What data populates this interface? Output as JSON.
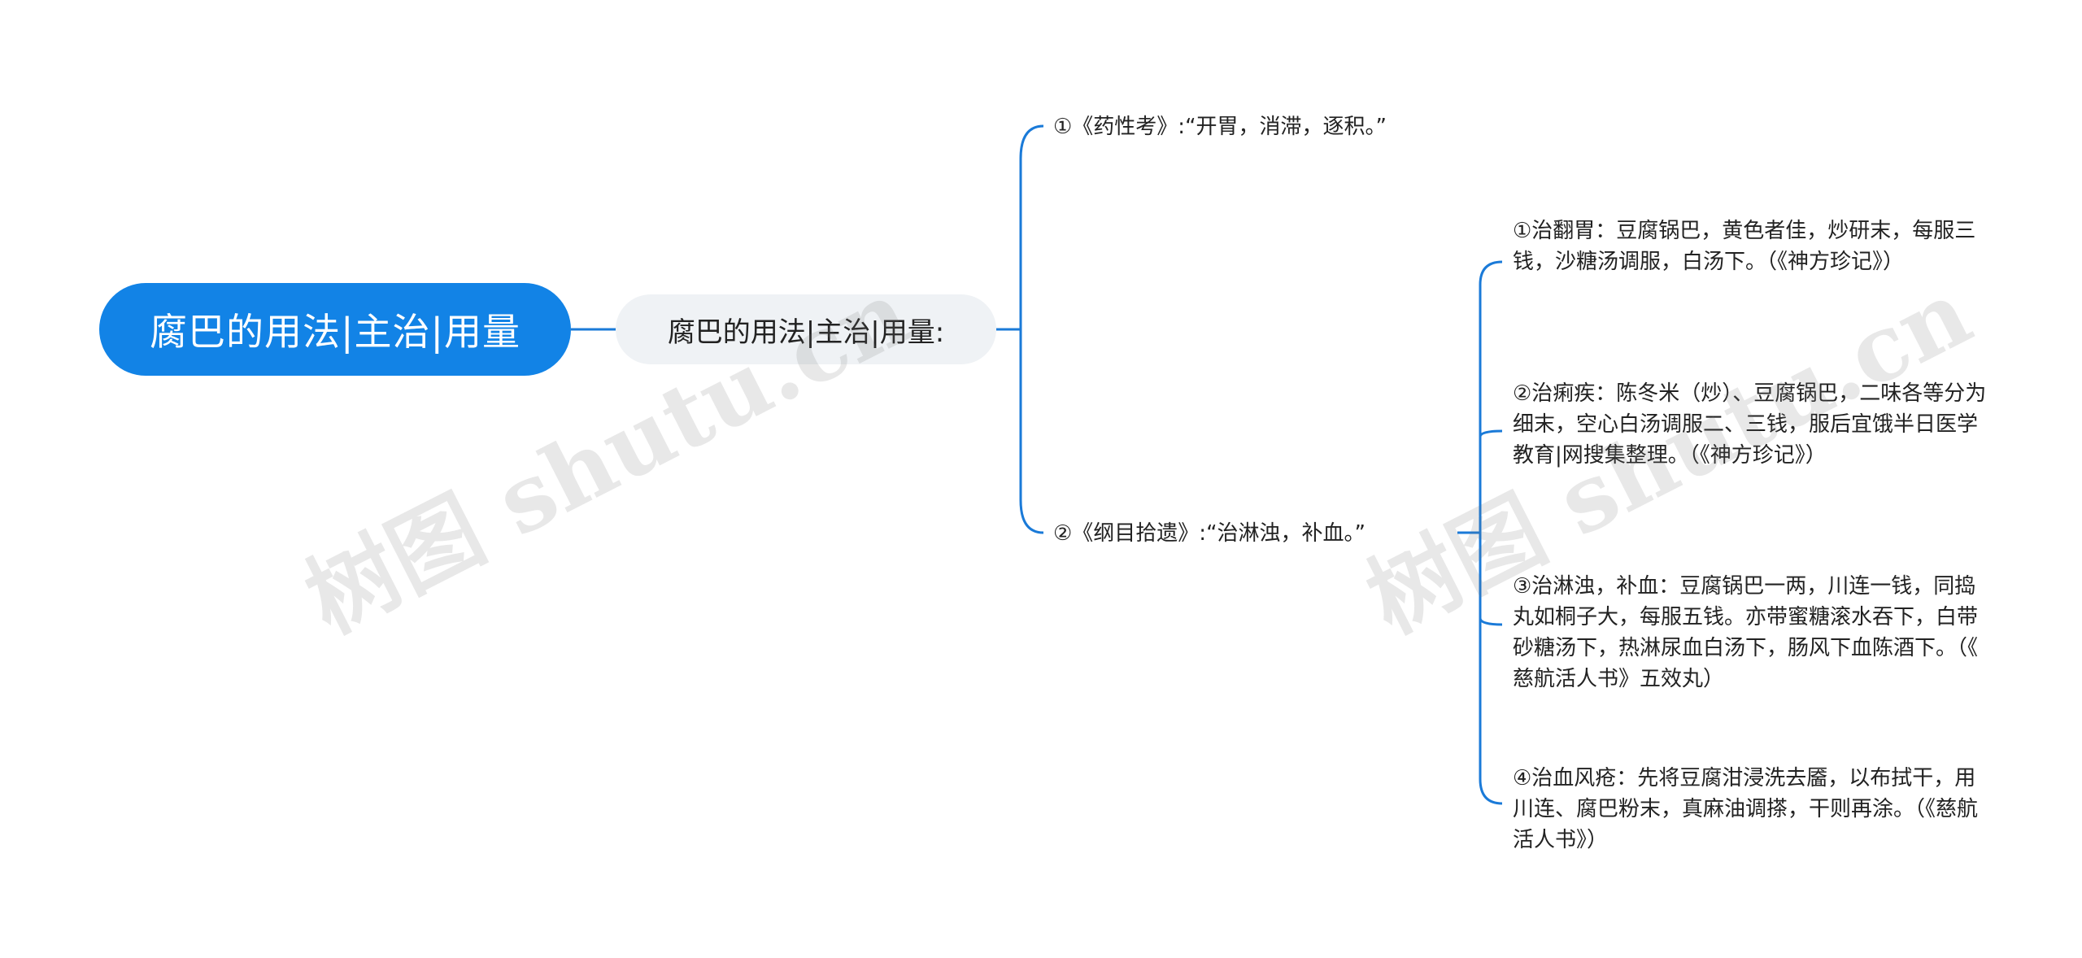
{
  "root": {
    "label": "腐巴的用法|主治|用量"
  },
  "main": {
    "label": "腐巴的用法|主治|用量:"
  },
  "branches": [
    {
      "label": "①《药性考》:“开胃，消滞，逐积。”"
    },
    {
      "label": "②《纲目拾遗》:“治淋浊，补血。”"
    }
  ],
  "details": [
    {
      "text": "①治翻胃：豆腐锅巴，黄色者佳，炒研末，每服三钱，沙糖汤调服，白汤下。（《神方珍记》）"
    },
    {
      "text": "②治痢疾：陈冬米（炒）、豆腐锅巴，二味各等分为细末，空心白汤调服二、三钱，服后宜饿半日医学教育|网搜集整理。（《神方珍记》）"
    },
    {
      "text": "③治淋浊，补血：豆腐锅巴一两，川连一钱，同捣丸如桐子大，每服五钱。亦带蜜糖滚水吞下，白带砂糖汤下，热淋尿血白汤下，肠风下血陈酒下。（《慈航活人书》五效丸）"
    },
    {
      "text": "④治血风疮：先将豆腐泔浸洗去靥，以布拭干，用川连、腐巴粉末，真麻油调搽，干则再涂。（《慈航活人书》）"
    }
  ],
  "watermarks": [
    "树图 shutu.cn",
    "树图 shutu.cn"
  ],
  "colors": {
    "line": "#1a7ad8",
    "root_bg": "#1283e6",
    "main_bg": "#eff2f5"
  }
}
